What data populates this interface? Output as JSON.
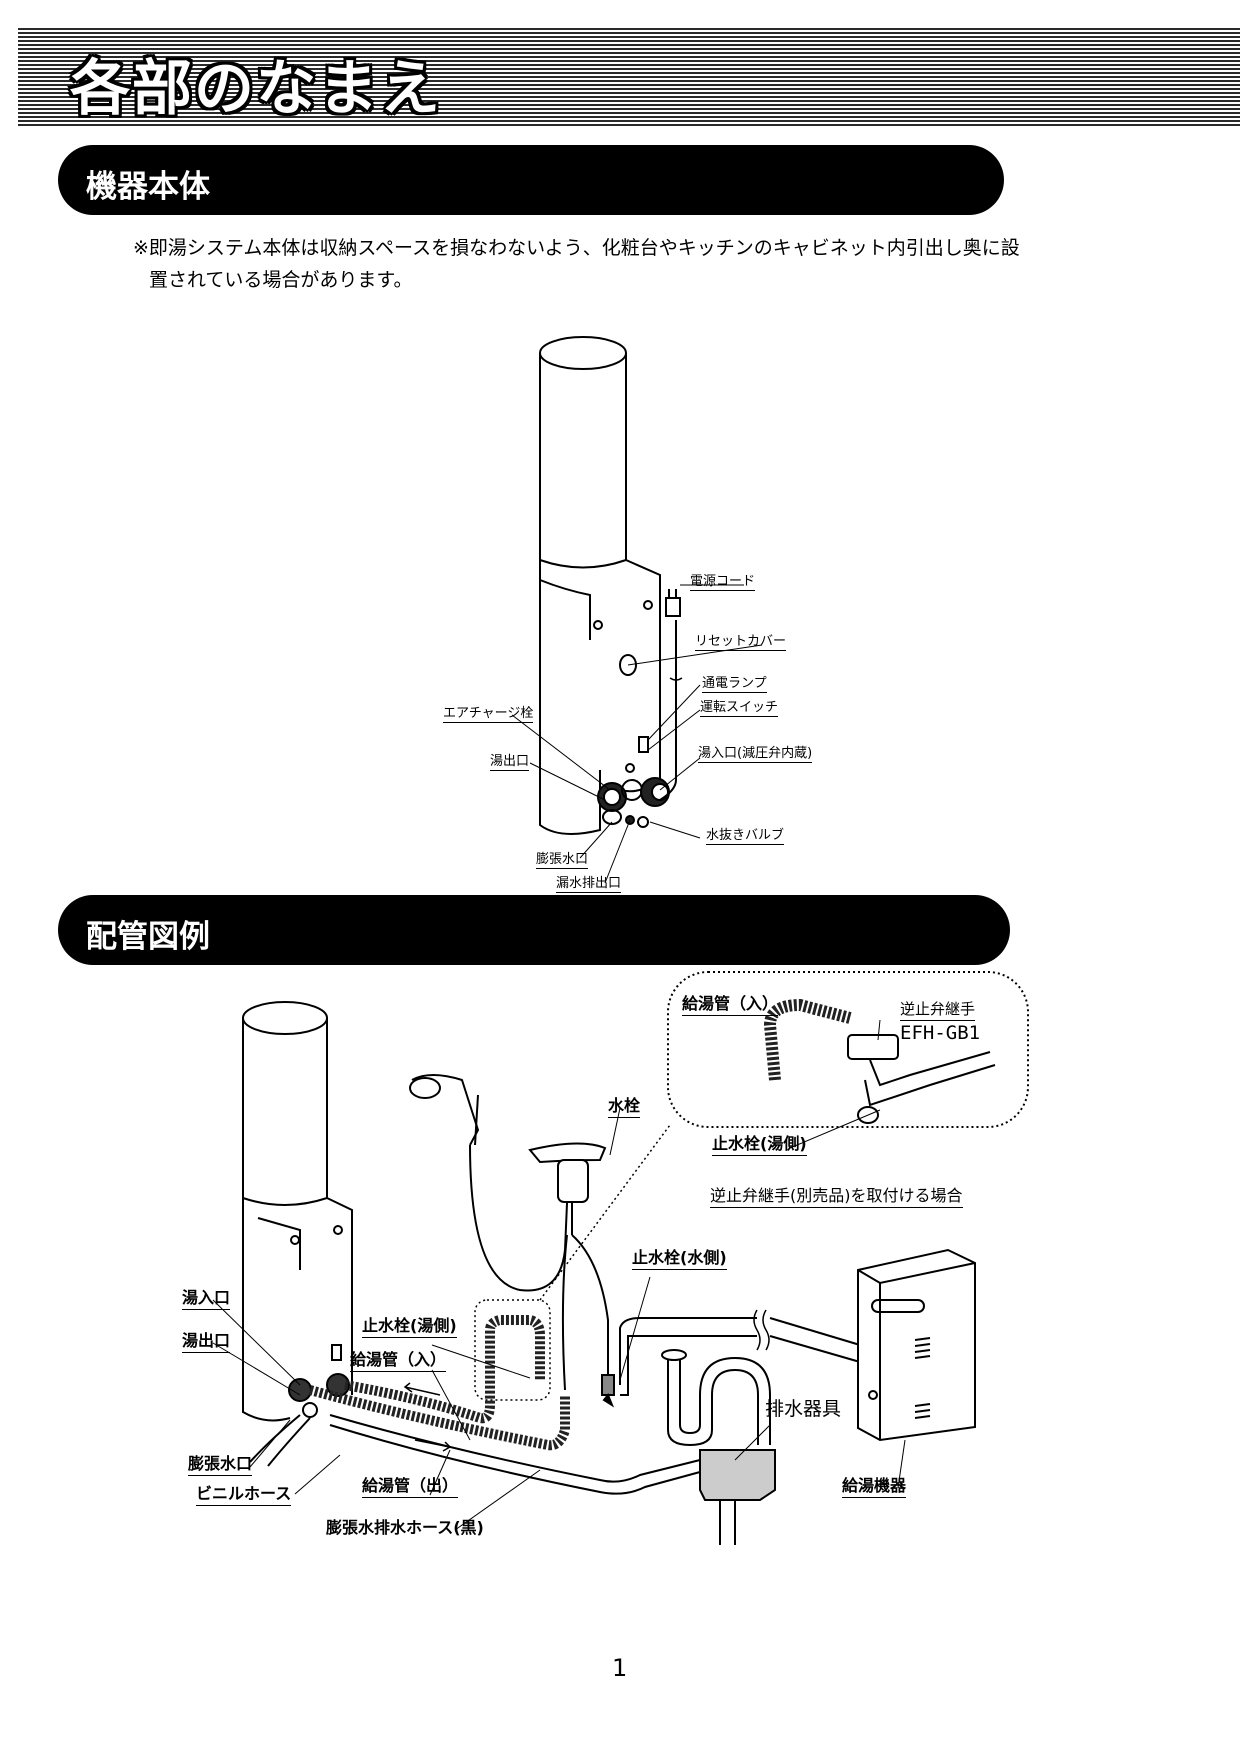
{
  "header": {
    "title": "各部のなまえ"
  },
  "sections": {
    "unit": {
      "title": "機器本体",
      "note_line1": "※即湯システム本体は収納スペースを損なわないよう、化粧台やキッチンのキャビネット内引出し奥に設",
      "note_line2": "置されている場合があります。",
      "labels": {
        "power_cord": "電源コード",
        "reset_cover": "リセットカバー",
        "power_lamp": "通電ランプ",
        "run_switch": "運転スイッチ",
        "air_charge": "エアチャージ栓",
        "hot_outlet": "湯出口",
        "hot_inlet": "湯入口(減圧弁内蔵)",
        "drain_valve": "水抜きバルブ",
        "expansion_outlet": "膨張水口",
        "leak_outlet": "漏水排出口"
      }
    },
    "piping": {
      "title": "配管図例",
      "inset": {
        "supply_in": "給湯管（入）",
        "check_valve": "逆止弁継手",
        "model": "EFH-GB1",
        "stop_valve_hot": "止水栓(湯側)",
        "caption": "逆止弁継手(別売品)を取付ける場合"
      },
      "labels": {
        "faucet": "水栓",
        "stop_valve_water": "止水栓(水側)",
        "hot_inlet": "湯入口",
        "hot_outlet": "湯出口",
        "stop_valve_hot": "止水栓(湯側)",
        "supply_in": "給湯管（入）",
        "drain_fixture": "排水器具",
        "expansion_outlet": "膨張水口",
        "vinyl_hose": "ビニルホース",
        "supply_out": "給湯管（出）",
        "expansion_drain_hose": "膨張水排水ホース(黒)",
        "water_heater": "給湯機器"
      }
    }
  },
  "page_number": "1"
}
